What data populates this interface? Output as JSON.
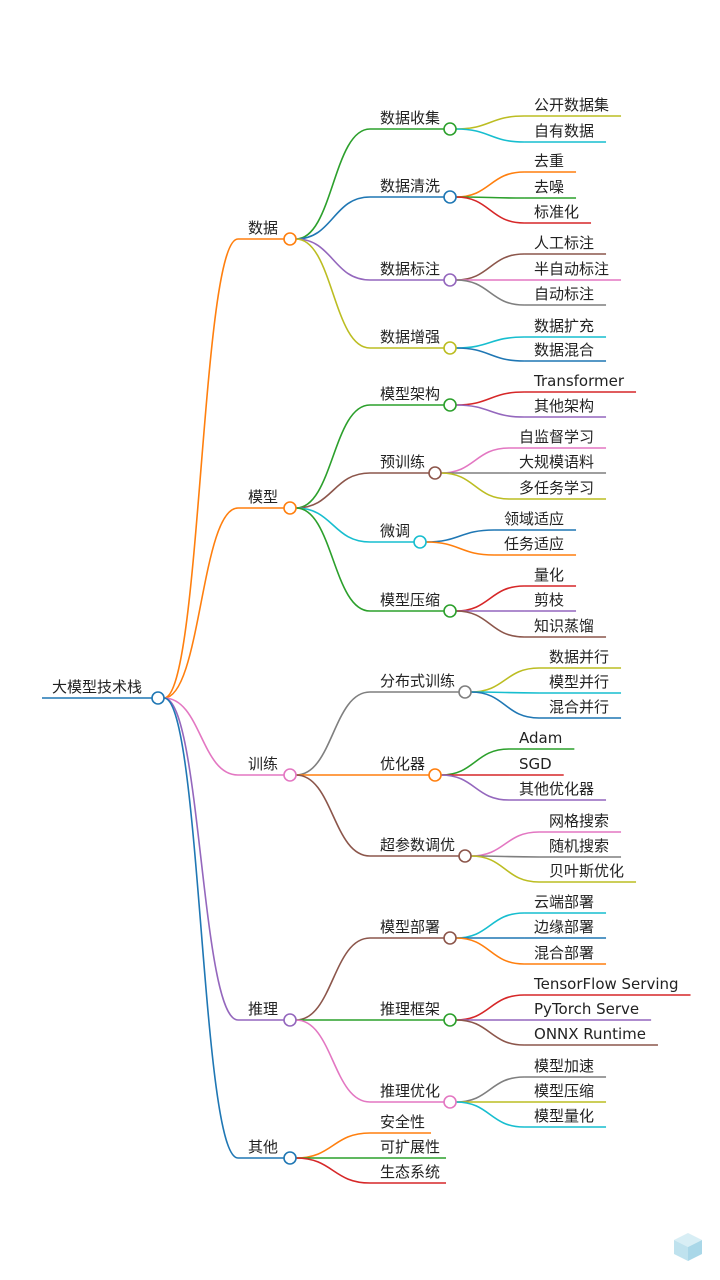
{
  "root": {
    "label": "大模型技术栈",
    "color": "#1f77b4",
    "children": [
      {
        "label": "数据",
        "color": "#ff7f0e",
        "children": [
          {
            "label": "数据收集",
            "color": "#2ca02c",
            "children": [
              {
                "label": "公开数据集",
                "color": "#bcbd22"
              },
              {
                "label": "自有数据",
                "color": "#17becf"
              }
            ]
          },
          {
            "label": "数据清洗",
            "color": "#1f77b4",
            "children": [
              {
                "label": "去重",
                "color": "#ff7f0e"
              },
              {
                "label": "去噪",
                "color": "#2ca02c"
              },
              {
                "label": "标准化",
                "color": "#d62728"
              }
            ]
          },
          {
            "label": "数据标注",
            "color": "#9467bd",
            "children": [
              {
                "label": "人工标注",
                "color": "#8c564b"
              },
              {
                "label": "半自动标注",
                "color": "#e377c2"
              },
              {
                "label": "自动标注",
                "color": "#7f7f7f"
              }
            ]
          },
          {
            "label": "数据增强",
            "color": "#bcbd22",
            "children": [
              {
                "label": "数据扩充",
                "color": "#17becf"
              },
              {
                "label": "数据混合",
                "color": "#1f77b4"
              }
            ]
          }
        ]
      },
      {
        "label": "模型",
        "color": "#ff7f0e",
        "children": [
          {
            "label": "模型架构",
            "color": "#2ca02c",
            "children": [
              {
                "label": "Transformer",
                "color": "#d62728"
              },
              {
                "label": "其他架构",
                "color": "#9467bd"
              }
            ]
          },
          {
            "label": "预训练",
            "color": "#8c564b",
            "children": [
              {
                "label": "自监督学习",
                "color": "#e377c2"
              },
              {
                "label": "大规模语料",
                "color": "#7f7f7f"
              },
              {
                "label": "多任务学习",
                "color": "#bcbd22"
              }
            ]
          },
          {
            "label": "微调",
            "color": "#17becf",
            "children": [
              {
                "label": "领域适应",
                "color": "#1f77b4"
              },
              {
                "label": "任务适应",
                "color": "#ff7f0e"
              }
            ]
          },
          {
            "label": "模型压缩",
            "color": "#2ca02c",
            "children": [
              {
                "label": "量化",
                "color": "#d62728"
              },
              {
                "label": "剪枝",
                "color": "#9467bd"
              },
              {
                "label": "知识蒸馏",
                "color": "#8c564b"
              }
            ]
          }
        ]
      },
      {
        "label": "训练",
        "color": "#e377c2",
        "children": [
          {
            "label": "分布式训练",
            "color": "#7f7f7f",
            "children": [
              {
                "label": "数据并行",
                "color": "#bcbd22"
              },
              {
                "label": "模型并行",
                "color": "#17becf"
              },
              {
                "label": "混合并行",
                "color": "#1f77b4"
              }
            ]
          },
          {
            "label": "优化器",
            "color": "#ff7f0e",
            "children": [
              {
                "label": "Adam",
                "color": "#2ca02c"
              },
              {
                "label": "SGD",
                "color": "#d62728"
              },
              {
                "label": "其他优化器",
                "color": "#9467bd"
              }
            ]
          },
          {
            "label": "超参数调优",
            "color": "#8c564b",
            "children": [
              {
                "label": "网格搜索",
                "color": "#e377c2"
              },
              {
                "label": "随机搜索",
                "color": "#7f7f7f"
              },
              {
                "label": "贝叶斯优化",
                "color": "#bcbd22"
              }
            ]
          }
        ]
      },
      {
        "label": "推理",
        "color": "#9467bd",
        "children": [
          {
            "label": "模型部署",
            "color": "#8c564b",
            "children": [
              {
                "label": "云端部署",
                "color": "#17becf"
              },
              {
                "label": "边缘部署",
                "color": "#1f77b4"
              },
              {
                "label": "混合部署",
                "color": "#ff7f0e"
              }
            ]
          },
          {
            "label": "推理框架",
            "color": "#2ca02c",
            "children": [
              {
                "label": "TensorFlow Serving",
                "color": "#d62728"
              },
              {
                "label": "PyTorch Serve",
                "color": "#9467bd"
              },
              {
                "label": "ONNX Runtime",
                "color": "#8c564b"
              }
            ]
          },
          {
            "label": "推理优化",
            "color": "#e377c2",
            "children": [
              {
                "label": "模型加速",
                "color": "#7f7f7f"
              },
              {
                "label": "模型压缩",
                "color": "#bcbd22"
              },
              {
                "label": "模型量化",
                "color": "#17becf"
              }
            ]
          }
        ]
      },
      {
        "label": "其他",
        "color": "#1f77b4",
        "children": [
          {
            "label": "安全性",
            "color": "#ff7f0e"
          },
          {
            "label": "可扩展性",
            "color": "#2ca02c"
          },
          {
            "label": "生态系统",
            "color": "#d62728"
          }
        ]
      }
    ]
  }
}
